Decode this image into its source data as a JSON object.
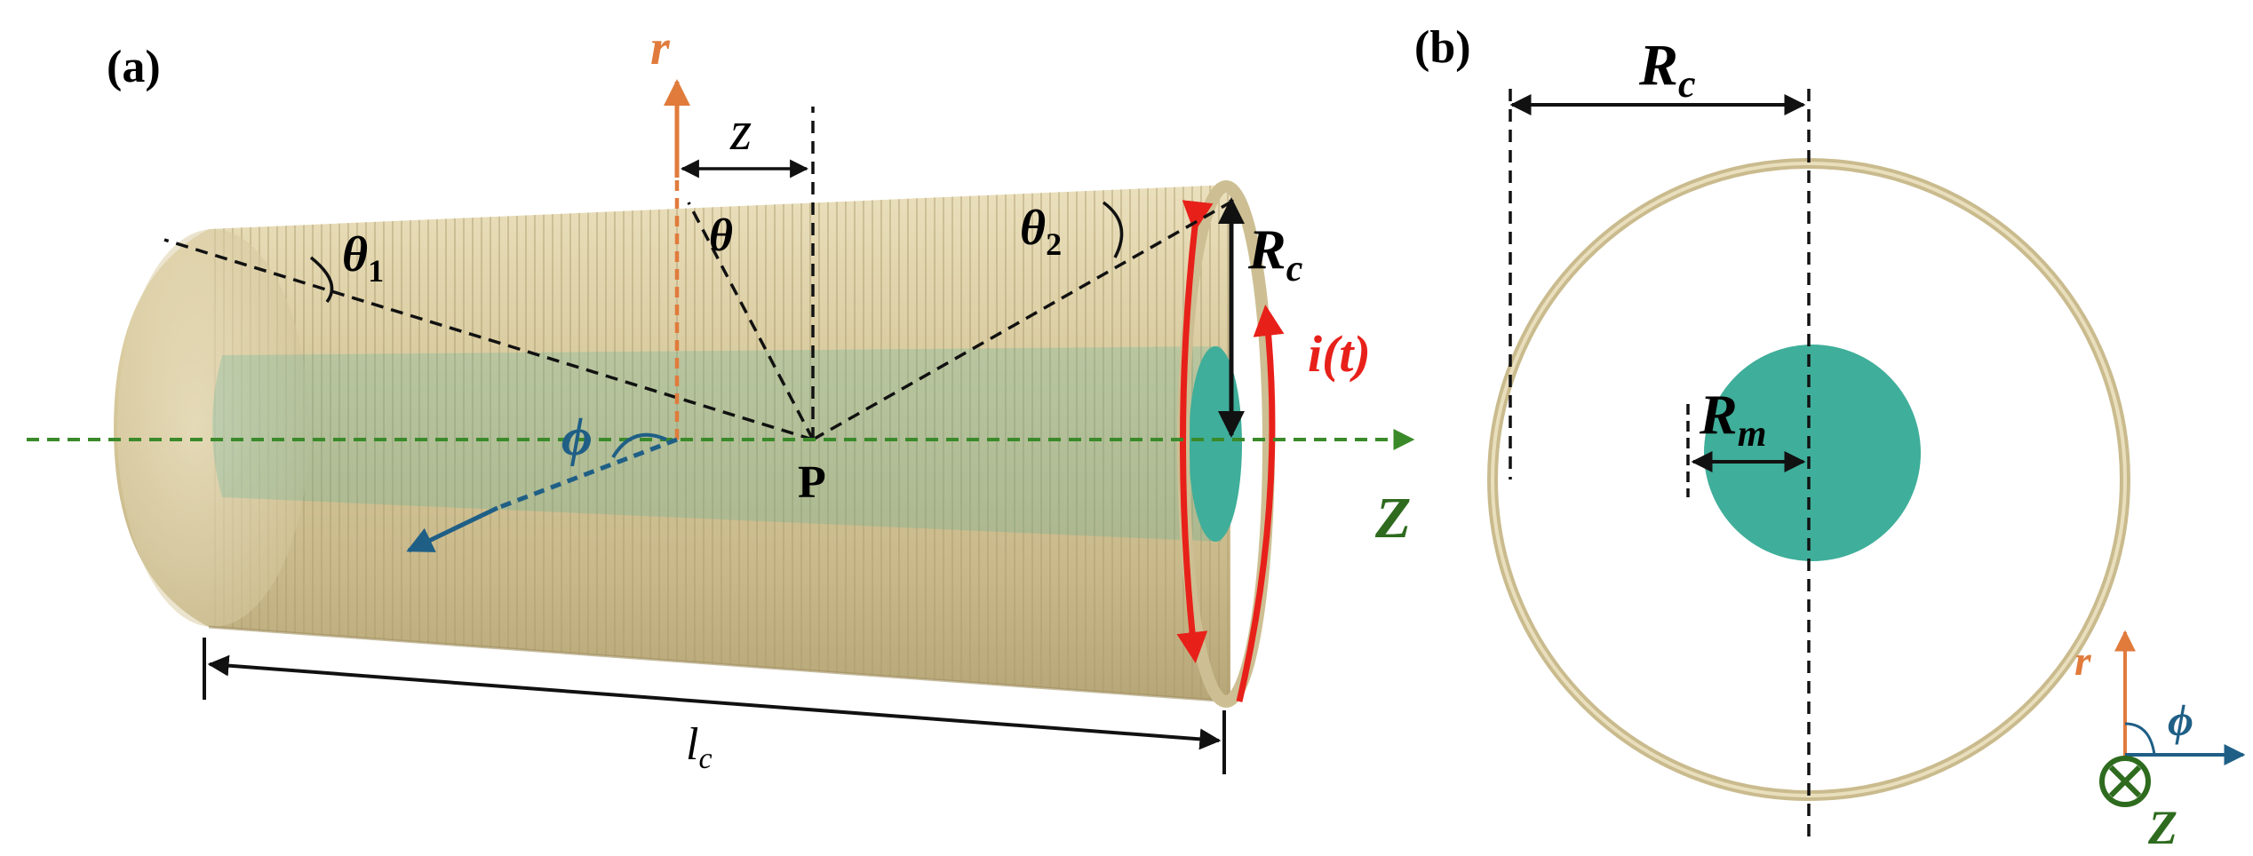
{
  "panel_a": {
    "label": "(a)",
    "r_label": "r",
    "z_label": "z",
    "theta_label": "θ",
    "theta1": {
      "main": "θ",
      "sub": "1"
    },
    "theta2": {
      "main": "θ",
      "sub": "2"
    },
    "phi_label": "ϕ",
    "point_label": "P",
    "rc": {
      "main": "R",
      "sub": "c"
    },
    "current_label": "i(t)",
    "axis_label": "Z",
    "length": {
      "main": "l",
      "sub": "c"
    }
  },
  "panel_b": {
    "label": "(b)",
    "rc": {
      "main": "R",
      "sub": "c"
    },
    "rm": {
      "main": "R",
      "sub": "m"
    },
    "triad": {
      "r": "r",
      "phi": "ϕ",
      "z": "Z"
    }
  },
  "colors": {
    "coil": "#d6c9a0",
    "coil_dark": "#b8a878",
    "core": "#3fae9a",
    "axis_green": "#3a8a2a",
    "label_green": "#2e6b1e",
    "r_orange": "#e07b3c",
    "phi_blue": "#1f5f86",
    "current_red": "#e8201a",
    "dashed": "#111111"
  }
}
